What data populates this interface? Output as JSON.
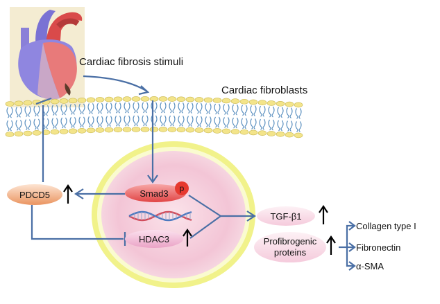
{
  "labels": {
    "stimuli": "Cardiac fibrosis stimuli",
    "fibroblasts": "Cardiac fibroblasts",
    "smad3": "Smad3",
    "phospho": "p",
    "pdcd5": "PDCD5",
    "hdac3": "HDAC3",
    "tgfb1": "TGF-β1",
    "profibrogenic_line1": "Profibrogenic",
    "profibrogenic_line2": "proteins",
    "collagen": "Collagen type I",
    "fibronectin": "Fibronectin",
    "asma": "α-SMA"
  },
  "colors": {
    "arrow": "#4a6fa5",
    "nucleus_ring": "#eef07a",
    "node_red": "#e94b4b",
    "node_pink": "#f2a9c9",
    "pdcd5": "#f0a070",
    "membrane_head": "#f3e48a",
    "membrane_tail": "#5a8fbf"
  },
  "icons": [
    "heart-icon",
    "dna-icon",
    "up-arrow-icon"
  ]
}
